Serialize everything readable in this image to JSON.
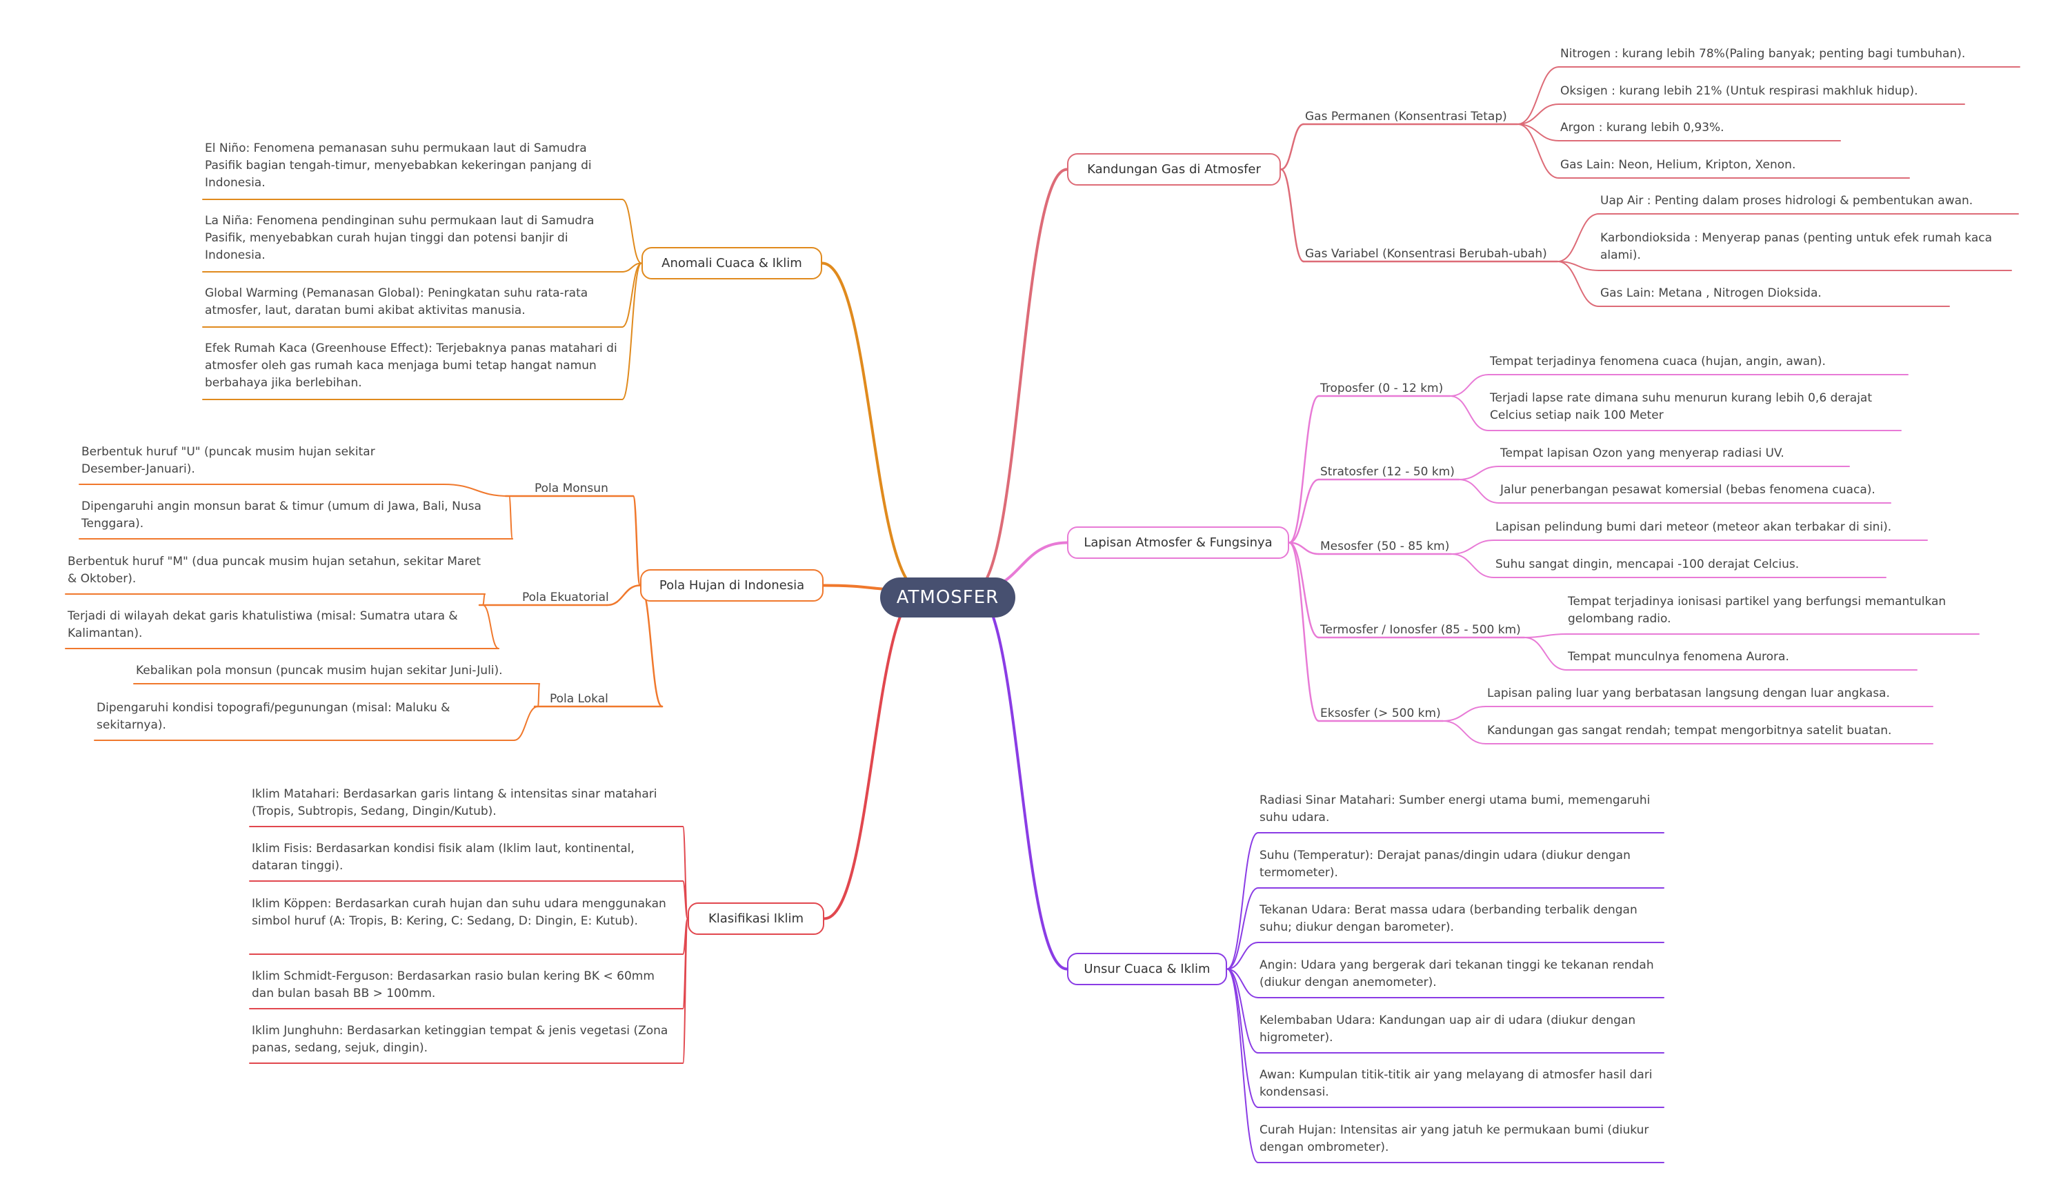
{
  "root": {
    "label": "ATMOSFER"
  },
  "colors": {
    "root": "#475070",
    "gas": "#DD6B77",
    "layers": "#E87AD6",
    "weather": "#8A3CE5",
    "anomaly": "#E08A1D",
    "rain": "#F0782C",
    "climate": "#E1474E"
  },
  "branches": [
    {
      "id": "gas",
      "label": "Kandungan Gas di Atmosfer",
      "subs": [
        {
          "label": "Gas Permanen (Konsentrasi Tetap)",
          "leaves": [
            "Nitrogen : kurang lebih 78%(Paling banyak; penting bagi tumbuhan).",
            "Oksigen : kurang lebih 21% (Untuk respirasi makhluk hidup).",
            "Argon : kurang lebih 0,93%.",
            "Gas Lain: Neon, Helium, Kripton, Xenon."
          ]
        },
        {
          "label": "Gas Variabel (Konsentrasi Berubah-ubah)",
          "leaves": [
            "Uap Air : Penting dalam proses hidrologi & pembentukan awan.",
            "Karbondioksida : Menyerap panas (penting untuk efek rumah kaca alami).",
            "Gas Lain: Metana , Nitrogen Dioksida."
          ]
        }
      ]
    },
    {
      "id": "layers",
      "label": "Lapisan Atmosfer & Fungsinya",
      "subs": [
        {
          "label": "Troposfer (0 - 12 km)",
          "leaves": [
            "Tempat terjadinya fenomena cuaca (hujan, angin, awan).",
            "Terjadi lapse rate dimana suhu menurun kurang lebih 0,6 derajat Celcius setiap naik 100 Meter"
          ]
        },
        {
          "label": "Stratosfer (12 - 50 km)",
          "leaves": [
            "Tempat lapisan Ozon yang menyerap radiasi UV.",
            "Jalur penerbangan pesawat komersial (bebas fenomena cuaca)."
          ]
        },
        {
          "label": "Mesosfer (50 - 85 km)",
          "leaves": [
            "Lapisan pelindung bumi dari meteor (meteor akan terbakar di sini).",
            "Suhu sangat dingin, mencapai -100 derajat Celcius."
          ]
        },
        {
          "label": "Termosfer / Ionosfer (85 - 500 km)",
          "leaves": [
            "Tempat terjadinya ionisasi partikel yang berfungsi memantulkan gelombang radio.",
            "Tempat munculnya fenomena Aurora."
          ]
        },
        {
          "label": "Eksosfer (> 500 km)",
          "leaves": [
            "Lapisan paling luar yang berbatasan langsung dengan luar angkasa.",
            "Kandungan gas sangat rendah; tempat mengorbitnya satelit buatan."
          ]
        }
      ]
    },
    {
      "id": "weather",
      "label": "Unsur Cuaca & Iklim",
      "leaves": [
        "Radiasi Sinar Matahari: Sumber energi utama bumi, memengaruhi suhu udara.",
        "Suhu (Temperatur): Derajat panas/dingin udara (diukur dengan termometer).",
        "Tekanan Udara: Berat massa udara (berbanding terbalik dengan suhu; diukur dengan barometer).",
        "Angin: Udara yang bergerak dari tekanan tinggi ke tekanan rendah (diukur dengan anemometer).",
        "Kelembaban Udara: Kandungan uap air di udara (diukur dengan higrometer).",
        "Awan: Kumpulan titik-titik air yang melayang di atmosfer hasil dari kondensasi.",
        "Curah Hujan: Intensitas air yang jatuh ke permukaan bumi (diukur dengan ombrometer)."
      ]
    },
    {
      "id": "anomaly",
      "label": "Anomali Cuaca & Iklim",
      "leaves": [
        "El Niño: Fenomena pemanasan suhu permukaan laut di Samudra Pasifik bagian tengah-timur, menyebabkan kekeringan panjang di Indonesia.",
        "La Niña: Fenomena pendinginan suhu permukaan laut di Samudra Pasifik, menyebabkan curah hujan tinggi dan potensi banjir di Indonesia.",
        "Global Warming (Pemanasan Global): Peningkatan suhu rata-rata atmosfer, laut, daratan bumi akibat aktivitas manusia.",
        "Efek Rumah Kaca (Greenhouse Effect): Terjebaknya panas matahari di atmosfer oleh gas rumah kaca menjaga bumi tetap hangat namun berbahaya jika berlebihan."
      ]
    },
    {
      "id": "rain",
      "label": "Pola Hujan di Indonesia",
      "subs": [
        {
          "label": "Pola Monsun",
          "leaves": [
            "Berbentuk huruf \"U\" (puncak musim hujan sekitar Desember-Januari).",
            "Dipengaruhi angin monsun barat & timur (umum di Jawa, Bali, Nusa Tenggara)."
          ]
        },
        {
          "label": "Pola Ekuatorial",
          "leaves": [
            "Berbentuk huruf \"M\" (dua puncak musim hujan setahun, sekitar Maret & Oktober).",
            "Terjadi di wilayah dekat garis khatulistiwa (misal: Sumatra utara & Kalimantan)."
          ]
        },
        {
          "label": "Pola Lokal",
          "leaves": [
            "Kebalikan pola monsun (puncak musim hujan sekitar Juni-Juli).",
            "Dipengaruhi kondisi topografi/pegunungan (misal: Maluku & sekitarnya)."
          ]
        }
      ]
    },
    {
      "id": "climate",
      "label": "Klasifikasi Iklim",
      "leaves": [
        "Iklim Matahari: Berdasarkan garis lintang & intensitas sinar matahari (Tropis, Subtropis, Sedang, Dingin/Kutub).",
        "Iklim Fisis: Berdasarkan kondisi fisik alam (Iklim laut, kontinental, dataran tinggi).",
        "Iklim Köppen: Berdasarkan curah hujan dan suhu udara menggunakan simbol huruf (A: Tropis, B: Kering, C: Sedang, D: Dingin, E: Kutub).",
        "Iklim Schmidt-Ferguson: Berdasarkan rasio bulan kering BK < 60mm dan bulan basah BB > 100mm.",
        "Iklim Junghuhn: Berdasarkan ketinggian tempat & jenis vegetasi (Zona panas, sedang, sejuk, dingin)."
      ]
    }
  ]
}
